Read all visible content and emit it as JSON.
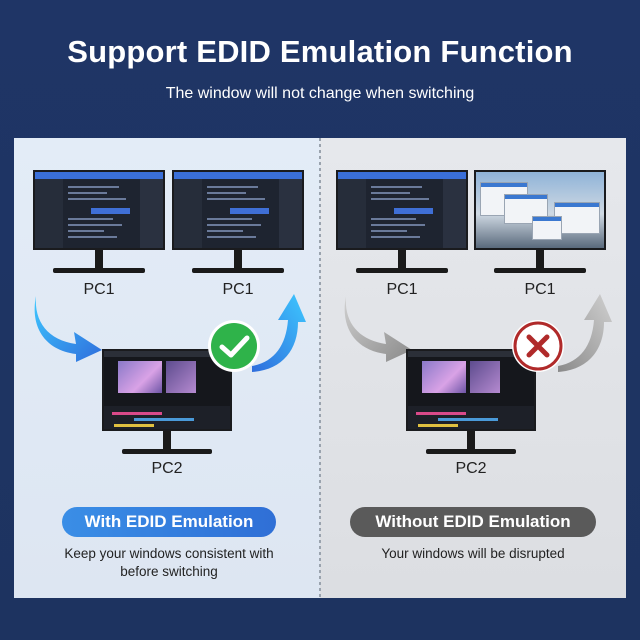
{
  "header": {
    "title": "Support EDID Emulation Function",
    "subtitle": "The window will not change when switching"
  },
  "left_panel": {
    "top_labels": [
      "PC1",
      "PC1"
    ],
    "bottom_label": "PC2",
    "badge": "With EDID Emulation",
    "description_line1": "Keep your windows consistent with",
    "description_line2": "before switching",
    "mark_icon": "check-icon",
    "mark_color": "#2fb34a",
    "arrow_color": "#2f86e8"
  },
  "right_panel": {
    "top_labels": [
      "PC1",
      "PC1"
    ],
    "bottom_label": "PC2",
    "badge": "Without EDID Emulation",
    "description_line1": "Your windows will be disrupted",
    "mark_icon": "cross-icon",
    "mark_color": "#b02a2a",
    "arrow_color": "#9a9a9a"
  },
  "colors": {
    "background": "#1f3566",
    "left_badge": "#2f7fe0",
    "right_badge": "#5a5a5a"
  }
}
